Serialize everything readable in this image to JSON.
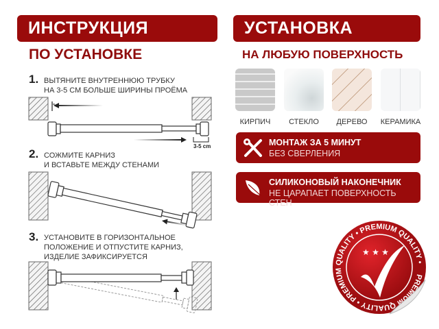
{
  "left": {
    "banner_title": "ИНСТРУКЦИЯ",
    "subtitle": "ПО УСТАНОВКЕ",
    "steps": [
      {
        "num": "1.",
        "lines": [
          "ВЫТЯНИТЕ ВНУТРЕННЮЮ ТРУБКУ",
          "НА 3-5 СМ БОЛЬШЕ ШИРИНЫ ПРОЁМА"
        ],
        "measure_label": "3-5 cm"
      },
      {
        "num": "2.",
        "lines": [
          "СОЖМИТЕ КАРНИЗ",
          "И ВСТАВЬТЕ МЕЖДУ СТЕНАМИ"
        ]
      },
      {
        "num": "3.",
        "lines": [
          "УСТАНОВИТЕ В ГОРИЗОНТАЛЬНОЕ",
          "ПОЛОЖЕНИЕ И ОТПУСТИТЕ КАРНИЗ,",
          "ИЗДЕЛИЕ ЗАФИКСИРУЕТСЯ"
        ]
      }
    ]
  },
  "right": {
    "banner_title": "УСТАНОВКА",
    "subtitle": "НА ЛЮБУЮ ПОВЕРХНОСТЬ",
    "surfaces": [
      {
        "label": "КИРПИЧ",
        "icon": "brick-texture"
      },
      {
        "label": "СТЕКЛО",
        "icon": "glass-texture"
      },
      {
        "label": "ДЕРЕВО",
        "icon": "wood-texture"
      },
      {
        "label": "КЕРАМИКА",
        "icon": "ceramic-tile-texture"
      }
    ],
    "features": [
      {
        "icon": "tools-icon",
        "title": "МОНТАЖ ЗА 5 МИНУТ",
        "subtitle": "БЕЗ СВЕРЛЕНИЯ"
      },
      {
        "icon": "feather-icon",
        "title": "СИЛИКОНОВЫЙ НАКОНЕЧНИК",
        "subtitle": "НЕ ЦАРАПАЕТ ПОВЕРХНОСТЬ СТЕН"
      }
    ],
    "badge_text": "PREMIUM QUALITY • PREMIUM QUALITY • PREMIUM QUALITY •"
  },
  "colors": {
    "accent": "#9a0b0b",
    "subtitle": "#8f0c0c"
  }
}
